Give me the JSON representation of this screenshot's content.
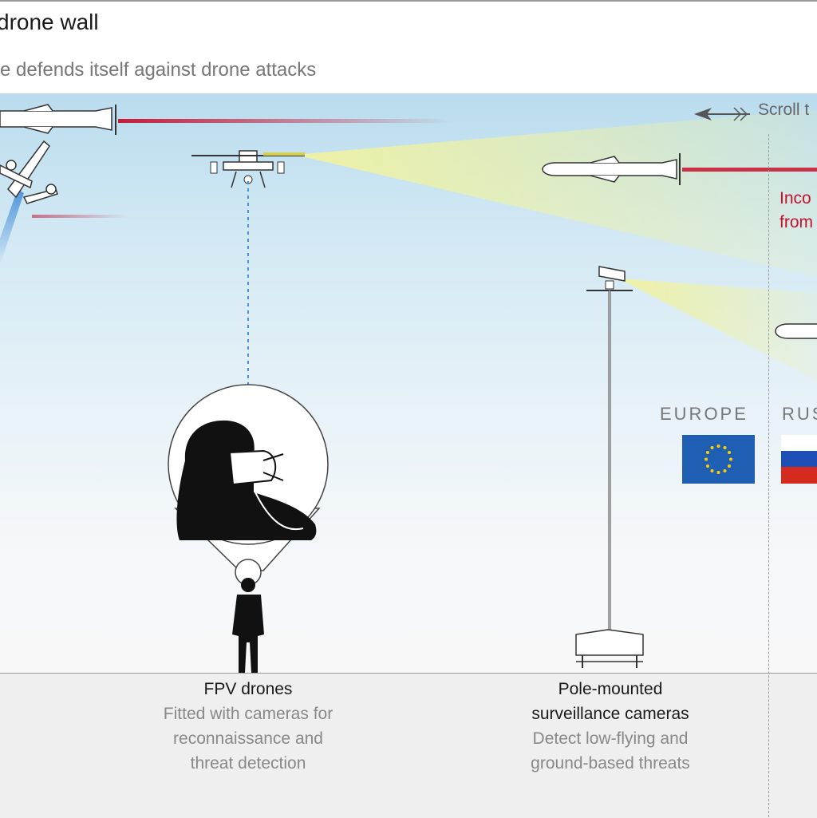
{
  "header": {
    "title": "drone wall",
    "subtitle": "e defends itself against drone attacks"
  },
  "scroll_hint": "Scroll t",
  "incoming_label": [
    "Inco",
    "from"
  ],
  "regions": {
    "europe": "EUROPE",
    "russia": "RUS"
  },
  "captions": {
    "fpv": {
      "title": "FPV drones",
      "desc": [
        "Fitted with cameras for",
        "reconnaissance and",
        "threat detection"
      ]
    },
    "pole": {
      "title": [
        "Pole-mounted",
        "surveillance cameras"
      ],
      "desc": [
        "Detect low-flying and",
        "ground-based threats"
      ]
    }
  },
  "colors": {
    "threat_red": "#c8102e",
    "camera_beam": "#e6ecb0",
    "interceptor_blue": "#4a90d9",
    "eu_blue": "#1e5fb4",
    "eu_star": "#ffcc00"
  },
  "icons": [
    "cruise-missile-icon",
    "fixed-wing-drone-icon",
    "quadcopter-drone-icon",
    "soldier-icon",
    "surveillance-camera-icon",
    "eu-flag-icon",
    "russia-flag-icon",
    "arrow-left-icon"
  ]
}
